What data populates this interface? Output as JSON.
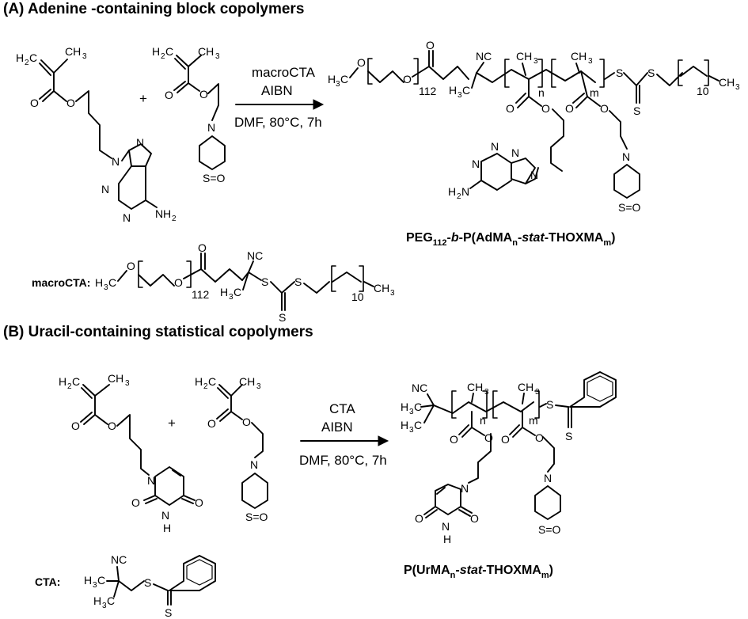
{
  "sections": {
    "a": {
      "title": "(A) Adenine -containing block copolymers",
      "reagent": "macroCTA",
      "initiator": "AIBN",
      "conditions": "DMF, 80°C, 7h",
      "product_name": {
        "p1": "PEG",
        "p1_sub": "112",
        "p2": "-",
        "p3": "b",
        "p4": "-P(AdMA",
        "p4_sub": "n",
        "p5": "-",
        "p6": "stat",
        "p7": "-THOXMA",
        "p7_sub": "m",
        "p8": ")"
      },
      "macrocta_label": "macroCTA:"
    },
    "b": {
      "title": "(B) Uracil-containing statistical copolymers",
      "reagent": "CTA",
      "initiator": "AIBN",
      "conditions": "DMF, 80°C, 7h",
      "product_name": {
        "p1": "P(UrMA",
        "p1_sub": "n",
        "p2": "-",
        "p3": "stat",
        "p4": "-THOXMA",
        "p4_sub": "m",
        "p5": ")"
      },
      "cta_label": "CTA:"
    }
  },
  "atoms": {
    "ch3": "CH",
    "three": "3",
    "h": "H",
    "two": "2",
    "c": "C",
    "o": "O",
    "n": "N",
    "s": "S",
    "nc": "NC",
    "so": "S=O",
    "nh": "NH",
    "n_sub": "n",
    "m_sub": "m",
    "deg112": "112",
    "ten": "10",
    "plus": "+"
  }
}
